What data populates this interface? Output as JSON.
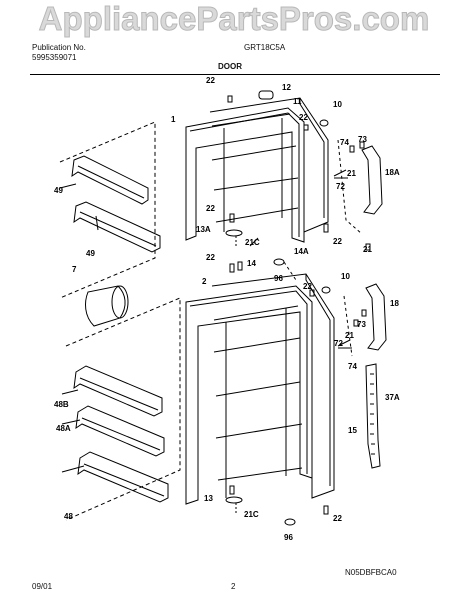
{
  "watermark": "AppliancePartsPros.com",
  "header": {
    "publication_label": "Publication No.",
    "publication_number": "5995359071",
    "model": "GRT18C5A",
    "section": "DOOR"
  },
  "footer": {
    "date": "09/01",
    "page": "2",
    "code": "N05DBFBCA0"
  },
  "callouts": {
    "c22_a": "22",
    "c12": "12",
    "c11": "11",
    "c1": "1",
    "c22_b": "22",
    "c10_a": "10",
    "c74_a": "74",
    "c73_a": "73",
    "c21_a": "21",
    "c72_a": "72",
    "c18A": "18A",
    "c49_a": "49",
    "c49_b": "49",
    "c22_c": "22",
    "c13A": "13A",
    "c21C_a": "21C",
    "c22_d": "22",
    "c21_b": "21",
    "c14A": "14A",
    "c22_e": "22",
    "c14": "14",
    "c96_a": "96",
    "c7": "7",
    "c2": "2",
    "c10_b": "10",
    "c22_f": "22",
    "c18": "18",
    "c73_b": "73",
    "c21_c": "21",
    "c72_b": "72",
    "c74_b": "74",
    "c48B": "48B",
    "c37A": "37A",
    "c48A": "48A",
    "c15": "15",
    "c48": "48",
    "c13": "13",
    "c21C_b": "21C",
    "c22_g": "22",
    "c96_b": "96"
  }
}
